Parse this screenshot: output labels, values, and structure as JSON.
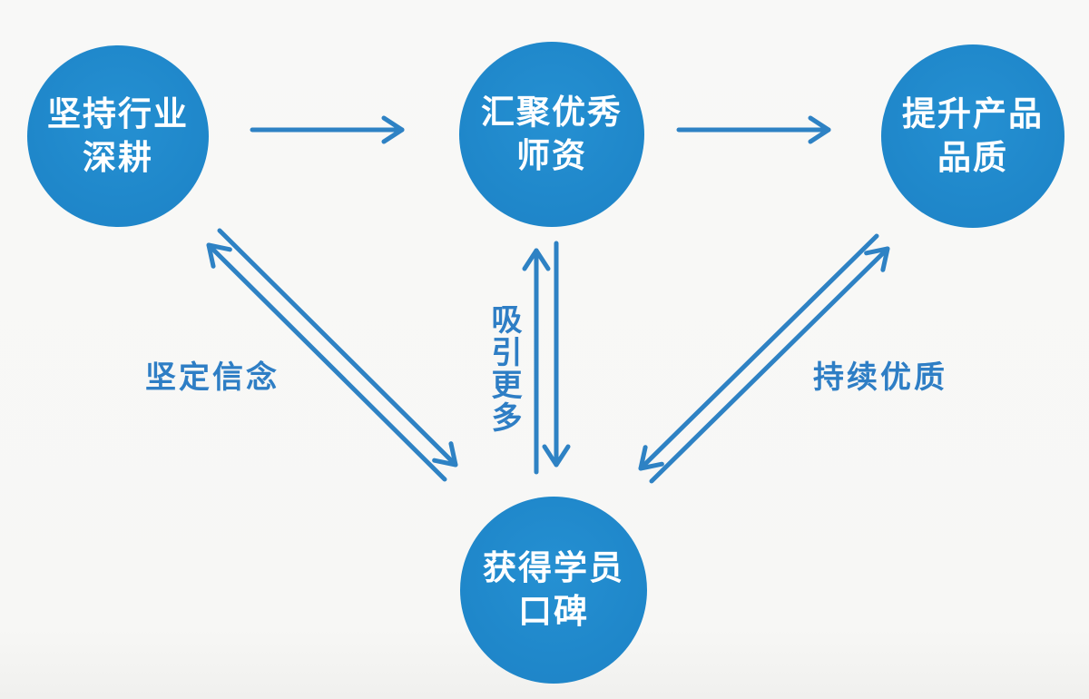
{
  "diagram": {
    "type": "cycle-flow",
    "background": "#f7f7f5",
    "colors": {
      "node_fill": "#1f87ca",
      "node_text": "#ffffff",
      "arrow_stroke": "#2e82c4",
      "edge_label_text": "#2e7ec5"
    },
    "nodes": [
      {
        "id": "industry",
        "line1": "坚持行业",
        "line2": "深耕"
      },
      {
        "id": "teachers",
        "line1": "汇聚优秀",
        "line2": "师资"
      },
      {
        "id": "product",
        "line1": "提升产品",
        "line2": "品质"
      },
      {
        "id": "reputation",
        "line1": "获得学员",
        "line2": "口碑"
      }
    ],
    "edges": [
      {
        "from": "industry",
        "to": "teachers",
        "style": "single-arrow"
      },
      {
        "from": "teachers",
        "to": "product",
        "style": "single-arrow"
      },
      {
        "from": "reputation",
        "to": "industry",
        "style": "double-arrow",
        "label": "坚定信念"
      },
      {
        "from": "reputation",
        "to": "teachers",
        "style": "double-arrow",
        "label": "吸引更多"
      },
      {
        "from": "reputation",
        "to": "product",
        "style": "double-arrow",
        "label": "持续优质"
      }
    ],
    "edge_labels": {
      "belief": "坚定信念",
      "attract": "吸引更多",
      "quality": "持续优质"
    }
  }
}
